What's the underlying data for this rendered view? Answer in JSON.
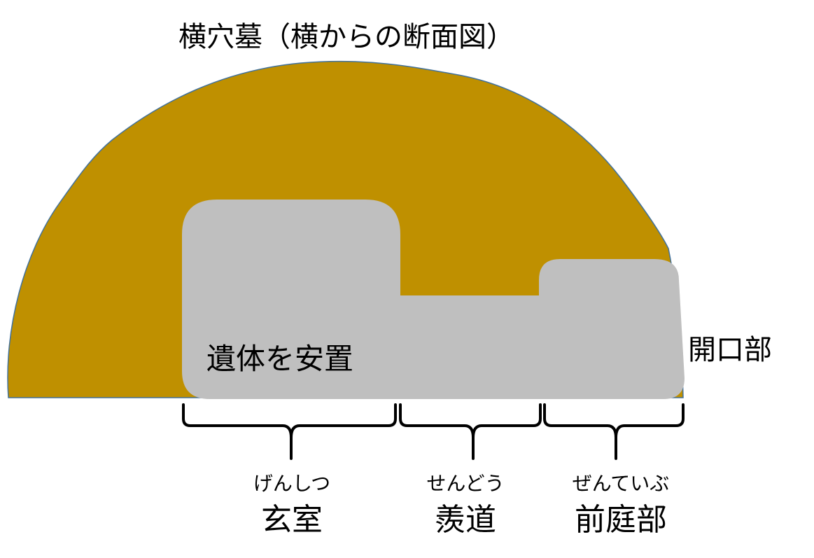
{
  "title": "横穴墓（横からの断面図）",
  "colors": {
    "mound_fill": "#BF9000",
    "mound_stroke": "#41719C",
    "chamber_fill": "#BFBFBF",
    "text": "#000000"
  },
  "annotations": {
    "body_placement": "遺体を安置",
    "opening": "開口部"
  },
  "sections": [
    {
      "reading": "げんしつ",
      "name": "玄室"
    },
    {
      "reading": "せんどう",
      "name": "羨道"
    },
    {
      "reading": "ぜんていぶ",
      "name": "前庭部"
    }
  ]
}
